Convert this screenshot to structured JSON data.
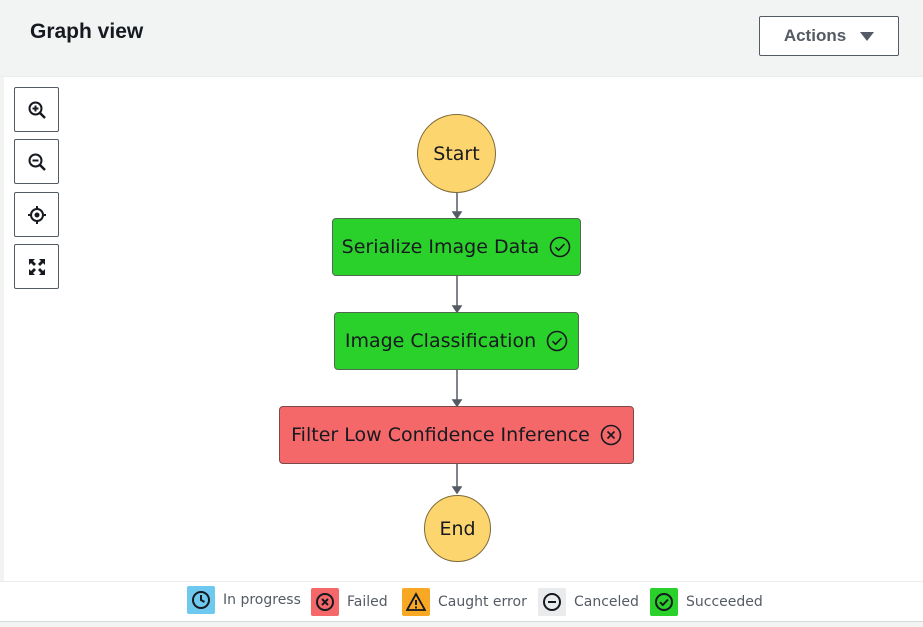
{
  "header": {
    "title": "Graph view",
    "actions_label": "Actions"
  },
  "zoom_controls": {
    "zoom_in_icon": "zoom-in-icon",
    "zoom_out_icon": "zoom-out-icon",
    "center_icon": "crosshair-icon",
    "fit_icon": "expand-icon"
  },
  "graph": {
    "nodes": [
      {
        "label": "Start",
        "kind": "start"
      },
      {
        "label": "Serialize Image Data",
        "status": "succeeded"
      },
      {
        "label": "Image Classification",
        "status": "succeeded"
      },
      {
        "label": "Filter Low Confidence Inference",
        "status": "failed"
      },
      {
        "label": "End",
        "kind": "end"
      }
    ]
  },
  "legend": {
    "items": [
      {
        "label": "In progress",
        "color": "#6fc8ee",
        "icon": "clock-icon"
      },
      {
        "label": "Failed",
        "color": "#f4686a",
        "icon": "x-circle-icon"
      },
      {
        "label": "Caught error",
        "color": "#f9a825",
        "icon": "warning-icon"
      },
      {
        "label": "Canceled",
        "color": "#d5dbdb",
        "icon": "minus-circle-icon"
      },
      {
        "label": "Succeeded",
        "color": "#2bd12b",
        "icon": "check-circle-icon"
      }
    ]
  },
  "colors": {
    "start_end": "#fdd56e",
    "succeeded": "#2bd12b",
    "failed": "#f4686a",
    "accent_border": "#545b64"
  }
}
